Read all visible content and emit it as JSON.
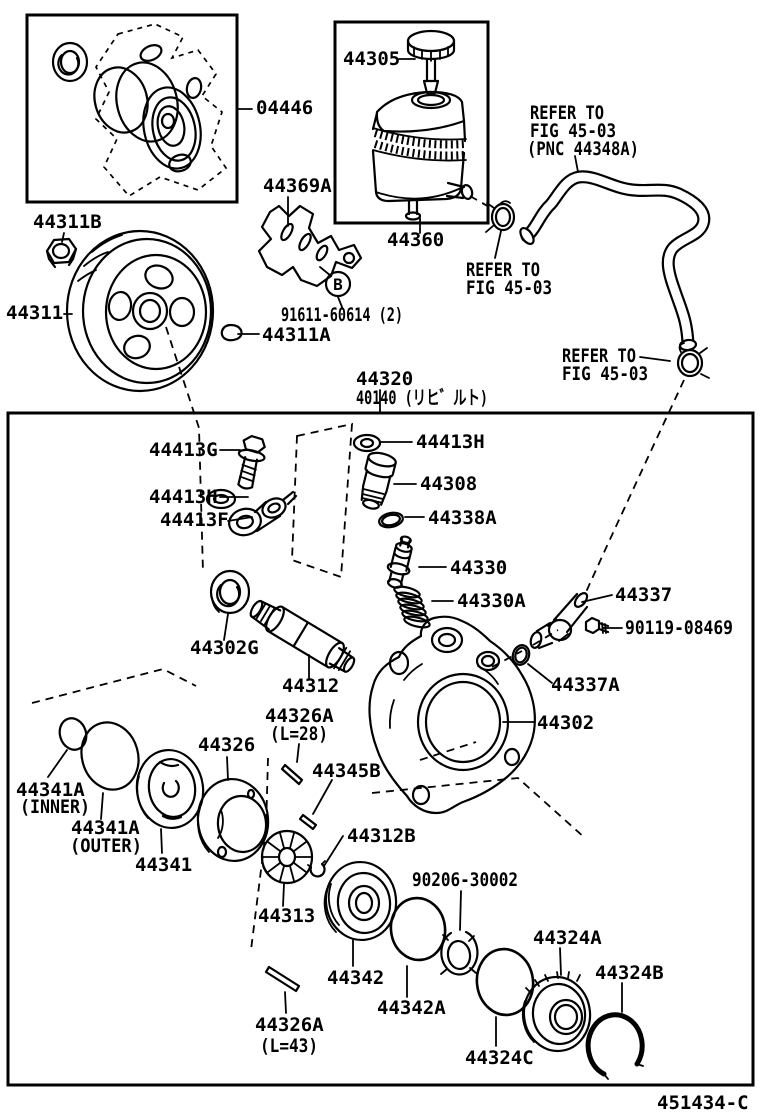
{
  "figure": {
    "code": "451434-C",
    "labels": {
      "seal_kit": "04446",
      "pulley_set_nut": "44311B",
      "pulley": "44311",
      "pulley_key": "44311A",
      "bracket": "44369A",
      "marker_b": "B",
      "bracket_bolt": "91611-60614 (2)",
      "cap": "44305",
      "reservoir": "44360",
      "pump_assy": "44320",
      "pump_reman": "40140 (リヒ゛ルト)",
      "bolt_g": "44413G",
      "gasket_left": "44413H",
      "link_f": "44413F",
      "gasket_right": "44413H",
      "suction_union": "44308",
      "oring_suction": "44338A",
      "flow_control_valve": "44330",
      "valve_spring": "44330A",
      "front_bearing": "44302G",
      "drive_shaft": "44312",
      "pin_28_1": "44326A",
      "pin_28_2": "(L=28)",
      "pin_345b": "44345B",
      "union_337": "44337",
      "union_bolt": "90119-08469",
      "oring_337a": "44337A",
      "front_housing": "44302",
      "oring_inner_1": "44341A",
      "oring_inner_2": "(INNER)",
      "oring_outer_1": "44341A",
      "oring_outer_2": "(OUTER)",
      "plate": "44341",
      "cam_ring": "44326",
      "rotor": "44313",
      "shaft_snap_ring": "44312B",
      "rear_plate": "44342",
      "oring_342a": "44342A",
      "snap_ring_90206": "90206-30002",
      "oring_324c": "44324C",
      "rear_housing": "44324A",
      "snap_ring_324b": "44324B",
      "pin_43_1": "44326A",
      "pin_43_2": "(L=43)"
    },
    "notes": {
      "refer_pnc_1": "REFER TO",
      "refer_pnc_2": "FIG 45-03",
      "refer_pnc_3": "(PNC 44348A)",
      "refer_res_1": "REFER TO",
      "refer_res_2": "FIG 45-03",
      "refer_hose_1": "REFER TO",
      "refer_hose_2": "FIG 45-03"
    }
  }
}
